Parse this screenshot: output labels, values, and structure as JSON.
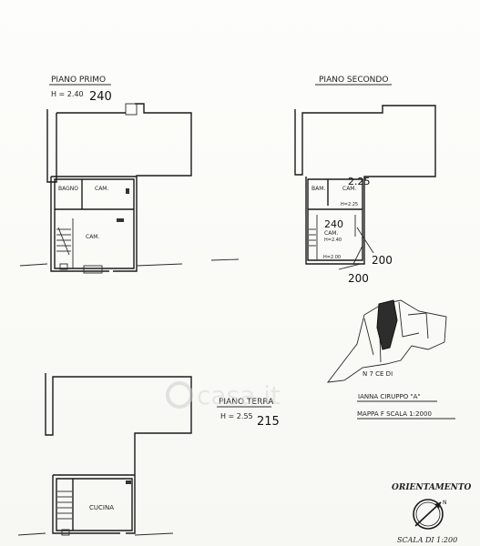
{
  "title_first": "PIANO PRIMO",
  "h_first": "H = 2.40",
  "h_first_hand": "240",
  "title_second": "PIANO SECONDO",
  "title_ground": "PIANO TERRA",
  "h_ground": "H = 2.55",
  "h_ground_hand": "215",
  "room_bagno_1": "BAGNO",
  "room_cam_1a": "CAM.",
  "room_cam_1b": "CAM.",
  "room_bam_2": "BAM.",
  "room_cam_2a": "CAM.",
  "h_cam_2a": "H=2.25",
  "room_cam_2b": "CAM.",
  "room_h_2b": "H=2.40",
  "h_second_bottom": "H=2.00",
  "hand_225": "2.25",
  "hand_240": "240",
  "hand_200a": "200",
  "hand_200b": "200",
  "room_cucina": "CUCINA",
  "site_line1": "N 7 CE DI",
  "site_line2": "IANNA CIRUPPO \"A\"",
  "site_line3": "MAPPA F   SCALA 1:2000",
  "orientation_title": "ORIENTAMENTO",
  "scale": "SCALA DI 1:200",
  "watermark": "casa.it",
  "north": "N",
  "colors": {
    "ink": "#1a1a1a",
    "paper": "#fbfbf9",
    "watermark": "#d9d9d9"
  }
}
